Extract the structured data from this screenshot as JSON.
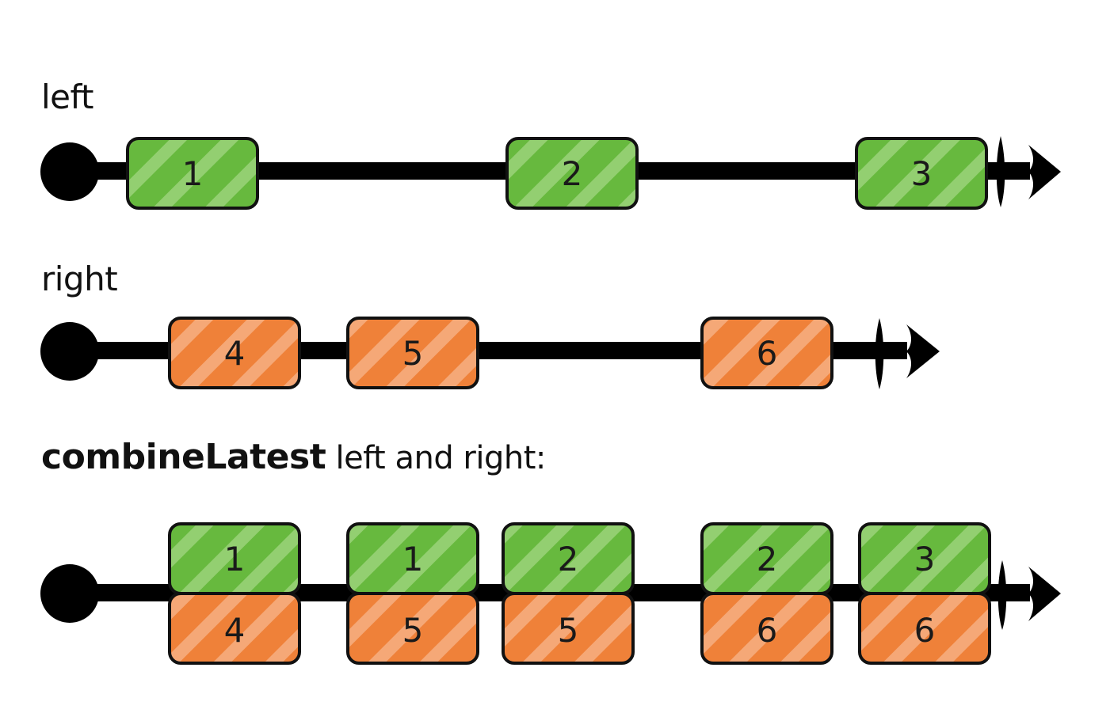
{
  "labels": {
    "left": "left",
    "right": "right",
    "combine_strong": "combineLatest",
    "combine_rest": " left and right:"
  },
  "colors": {
    "green_fill": "#67b93e",
    "green_light": "#93cf71",
    "orange_fill": "#ef8139",
    "orange_light": "#f5a877",
    "line": "#000000"
  },
  "streams": {
    "left": {
      "marbles": [
        "1",
        "2",
        "3"
      ]
    },
    "right": {
      "marbles": [
        "4",
        "5",
        "6"
      ]
    },
    "combined": {
      "pairs": [
        {
          "top": "1",
          "bottom": "4"
        },
        {
          "top": "1",
          "bottom": "5"
        },
        {
          "top": "2",
          "bottom": "5"
        },
        {
          "top": "2",
          "bottom": "6"
        },
        {
          "top": "3",
          "bottom": "6"
        }
      ]
    }
  }
}
